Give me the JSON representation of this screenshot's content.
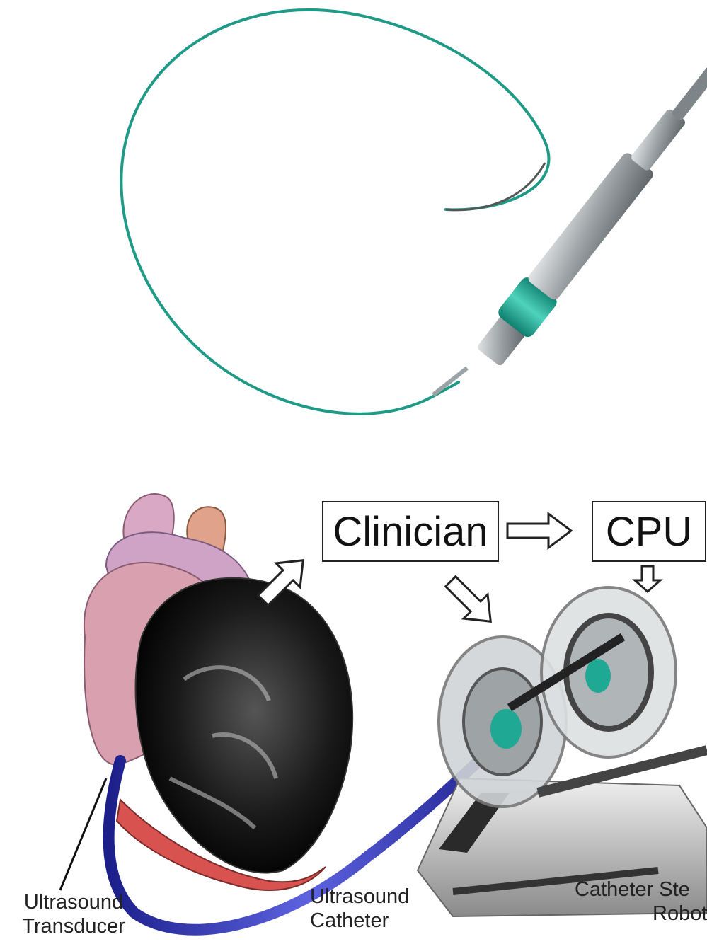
{
  "diagram": {
    "boxes": {
      "clinician": "Clinician",
      "cpu": "CPU"
    },
    "captions": {
      "transducer_line1": "Ultrasound",
      "transducer_line2": "Transducer",
      "catheter_line1": "Ultrasound",
      "catheter_line2": "Catheter",
      "robot_line1": "Catheter Ste",
      "robot_line2": "Robot"
    }
  },
  "colors": {
    "guidewire": "#1f9a86",
    "catheter_tube": "#2a2fb0",
    "hub_teal": "#1fa894",
    "heart_pink": "#d9a0b0",
    "robot_gray": "#a8a8a8"
  }
}
